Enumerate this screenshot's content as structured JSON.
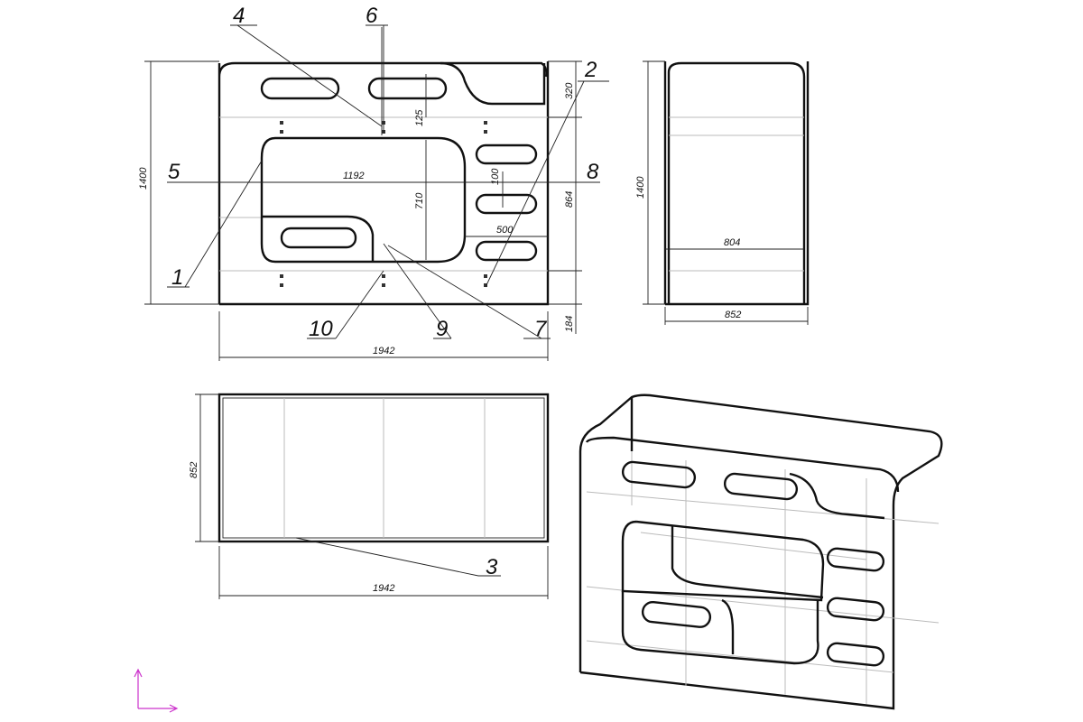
{
  "front_view": {
    "dims": {
      "height": "1400",
      "width": "1942",
      "top": "320",
      "middle": "864",
      "bottom": "184",
      "opening_width": "1192",
      "opening_height": "710",
      "shelf_gap": "125",
      "slot_gap": "100",
      "slot_width": "500"
    },
    "callouts": {
      "c1": "1",
      "c2": "2",
      "c4": "4",
      "c5": "5",
      "c6": "6",
      "c7": "7",
      "c8": "8",
      "c9": "9",
      "c10": "10"
    }
  },
  "side_view": {
    "dims": {
      "height": "1400",
      "inner": "804",
      "depth": "852"
    }
  },
  "top_view": {
    "dims": {
      "depth": "852",
      "width": "1942"
    },
    "callouts": {
      "c3": "3"
    }
  },
  "colors": {
    "axis": "#cc33cc"
  }
}
